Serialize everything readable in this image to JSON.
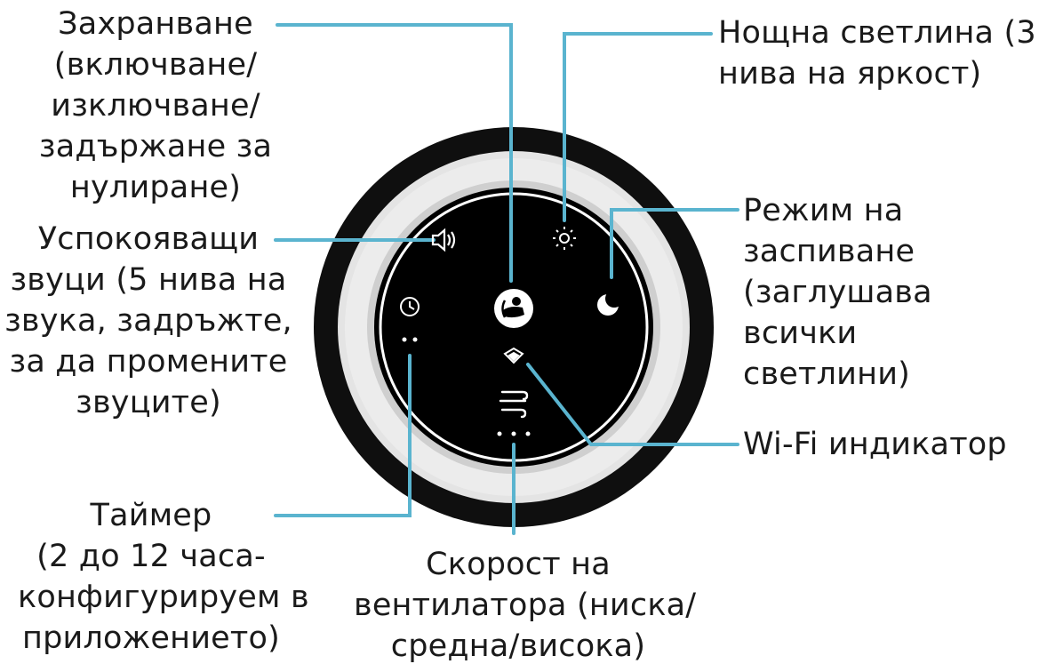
{
  "colors": {
    "leader_line": "#5ab4cf",
    "outer_ring": "#0f0f0f",
    "inner_ring": "#e6e6e6",
    "panel": "#000000",
    "icon": "#ffffff"
  },
  "labels": {
    "power": [
      "Захранване",
      "(включване/",
      "изключване/",
      "задържане за",
      "нулиране)"
    ],
    "night_light": [
      "Нощна светлина (3",
      "нива на яркост)"
    ],
    "sounds": [
      "Успокояващи",
      "звуци (5 нива на",
      "звука, задръжте,",
      "за да промените",
      "звуците)"
    ],
    "sleep_mode": [
      "Режим на",
      "заспиване",
      "(заглушава",
      "всички",
      "светлини)"
    ],
    "wifi": [
      "Wi-Fi индикатор"
    ],
    "timer": [
      "Таймер",
      "(2 до 12 часа-",
      "конфигурируем в",
      "приложението)"
    ],
    "fan_speed": [
      "Скорост на",
      "вентилатора (ниска/",
      "средна/висока)"
    ]
  },
  "icons": {
    "power": "baby-power-icon",
    "night_light": "sun-icon",
    "sounds": "speaker-icon",
    "sleep_mode": "moon-icon",
    "wifi": "wifi-icon",
    "timer": "clock-icon",
    "fan_speed": "wind-icon"
  }
}
